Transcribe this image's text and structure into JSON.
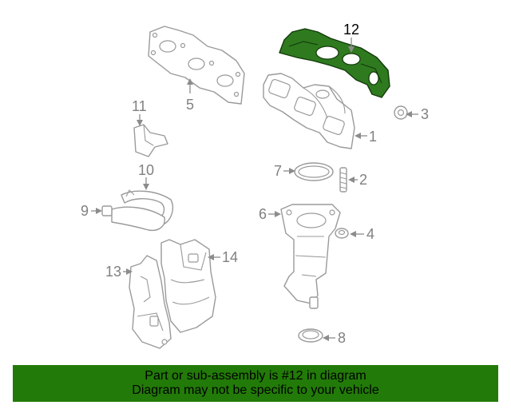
{
  "diagram": {
    "callouts": {
      "c1": "1",
      "c2": "2",
      "c3": "3",
      "c4": "4",
      "c5": "5",
      "c6": "6",
      "c7": "7",
      "c8": "8",
      "c9": "9",
      "c10": "10",
      "c11": "11",
      "c12": "12",
      "c13": "13",
      "c14": "14"
    },
    "highlighted_part": "12",
    "colors": {
      "highlight": "#2f7a1f",
      "line": "#9a9a9a",
      "banner": "#227a08"
    }
  },
  "banner": {
    "line1": "Part or sub-assembly is #12 in diagram",
    "line2": "Diagram may not be specific to your vehicle"
  }
}
